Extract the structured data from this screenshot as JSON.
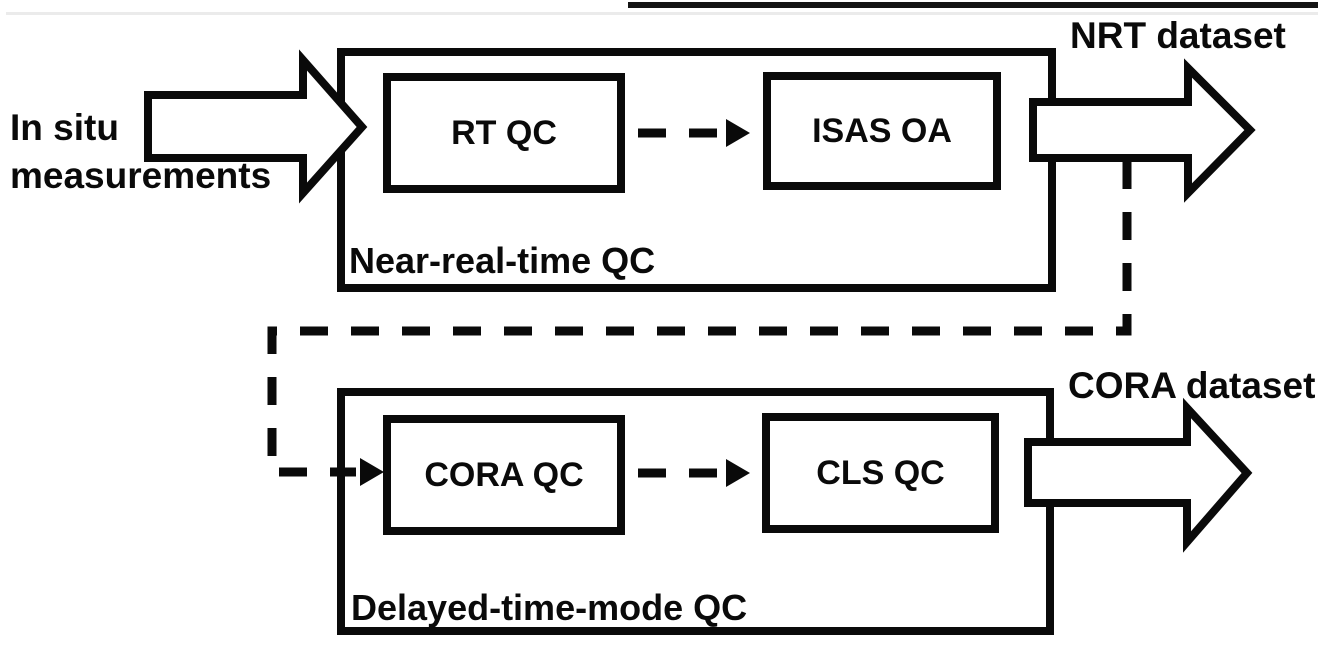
{
  "diagram": {
    "title_semantics": "In situ measurements quality-control processing chain",
    "input_label": "In situ\nmeasurements",
    "nrt_pipeline": {
      "title": "Near-real-time QC",
      "boxes": [
        {
          "label": "RT QC"
        },
        {
          "label": "ISAS OA"
        }
      ],
      "output_label": "NRT dataset"
    },
    "dtm_pipeline": {
      "title": "Delayed-time-mode QC",
      "boxes": [
        {
          "label": "CORA QC"
        },
        {
          "label": "CLS QC"
        }
      ],
      "output_label": "CORA dataset"
    },
    "connections": [
      {
        "from": "In situ measurements",
        "to": "RT QC",
        "style": "block-arrow"
      },
      {
        "from": "RT QC",
        "to": "ISAS OA",
        "style": "dashed-arrow"
      },
      {
        "from": "Near-real-time QC",
        "to": "NRT dataset",
        "style": "block-arrow"
      },
      {
        "from": "NRT dataset output",
        "to": "CORA QC",
        "style": "dashed-elbow-arrow"
      },
      {
        "from": "CORA QC",
        "to": "CLS QC",
        "style": "dashed-arrow"
      },
      {
        "from": "Delayed-time-mode QC",
        "to": "CORA dataset",
        "style": "block-arrow"
      }
    ],
    "colors": {
      "line": "#0a0a0a",
      "background": "#ffffff",
      "top_rule_black": "#141414",
      "top_rule_gray": "#ebebeb"
    }
  }
}
